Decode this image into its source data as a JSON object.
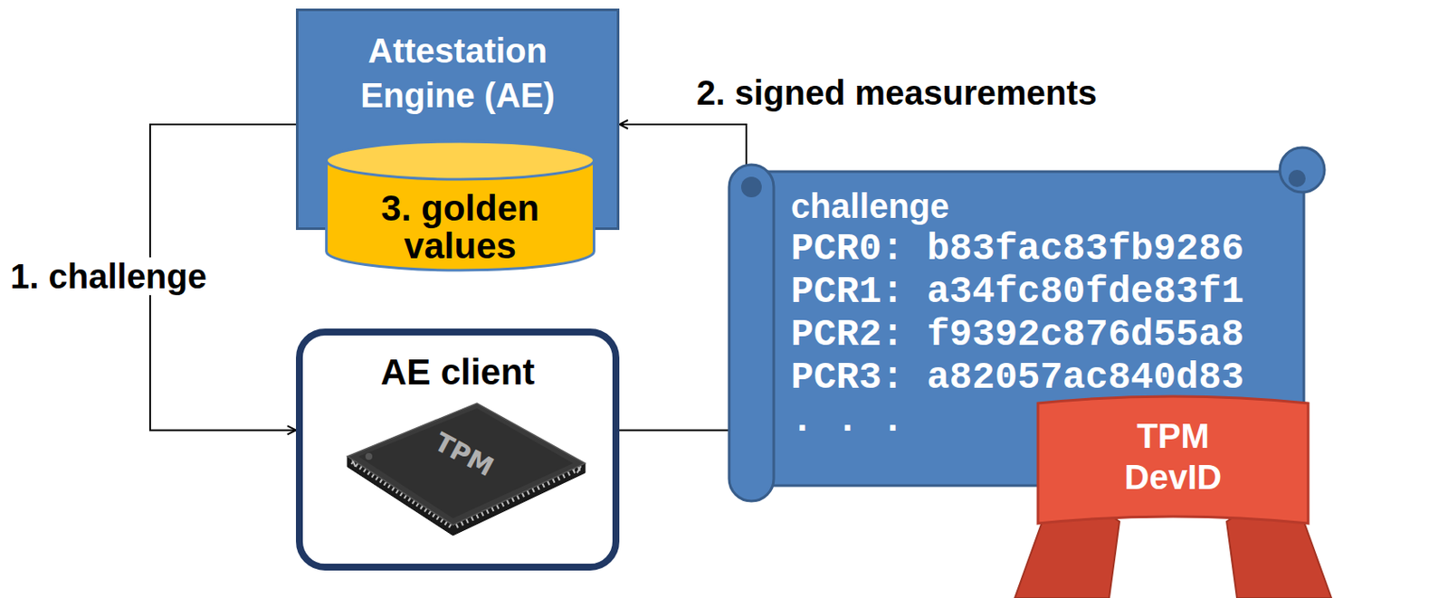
{
  "diagram": {
    "nodes": [
      {
        "text": [
          "Attestation Engine (AE)"
        ]
      },
      {
        "text": [
          "3. golden values"
        ],
        "in": 0
      },
      {
        "text": [
          "AE client"
        ]
      },
      {
        "text": [
          "challenge",
          "PCR0: b83fac83fb9286",
          "PCR1: a34fc80fde83f1",
          "PCR2: f9392c876d55a8",
          "PCR3: a82057ac840d83",
          ". . ."
        ]
      },
      {
        "text": [
          "TPM DevID"
        ],
        "in": 3
      }
    ],
    "edges": [
      {
        "from": 0,
        "to": 2,
        "label": "1. challenge",
        "arrow": "to"
      },
      {
        "from": 3,
        "to": 0,
        "label": "2. signed measurements",
        "arrow": "to"
      },
      {
        "from": 2,
        "to": 3,
        "arrow": "none"
      }
    ],
    "labels": [
      "TPM"
    ]
  }
}
